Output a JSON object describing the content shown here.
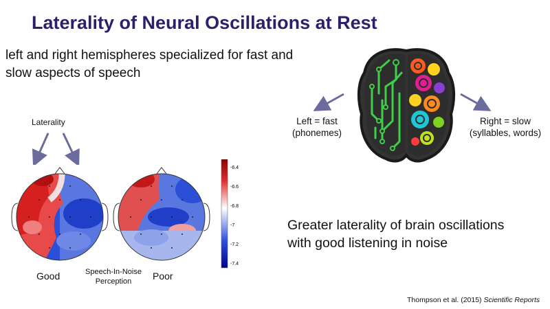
{
  "slide": {
    "title": "Laterality of Neural Oscillations at Rest",
    "intro": "left and right hemispheres specialized for fast and slow aspects of speech",
    "laterality_label": "Laterality",
    "left_label_line1": "Left = fast",
    "left_label_line2": "(phonemes)",
    "right_label_line1": "Right = slow",
    "right_label_line2": "(syllables, words)",
    "finding_line1": "Greater laterality of brain oscillations",
    "finding_line2": "with good listening in noise",
    "good_label": "Good",
    "poor_label": "Poor",
    "sip_line1": "Speech-In-Noise",
    "sip_line2": "Perception",
    "citation_authors": "Thompson et al. (2015) ",
    "citation_journal": "Scientific Reports",
    "colorbar_ticks": [
      "-6.4",
      "-6.6",
      "-6.8",
      "-7",
      "-7.2",
      "-7.4"
    ]
  },
  "colors": {
    "title": "#2e1f6b",
    "arrow": "#6b6b9e",
    "scalp_red": "#d62020",
    "scalp_blue": "#1f3fc8",
    "brain_outline": "#2a2a2a",
    "circuit_green": "#3fcf4a"
  }
}
